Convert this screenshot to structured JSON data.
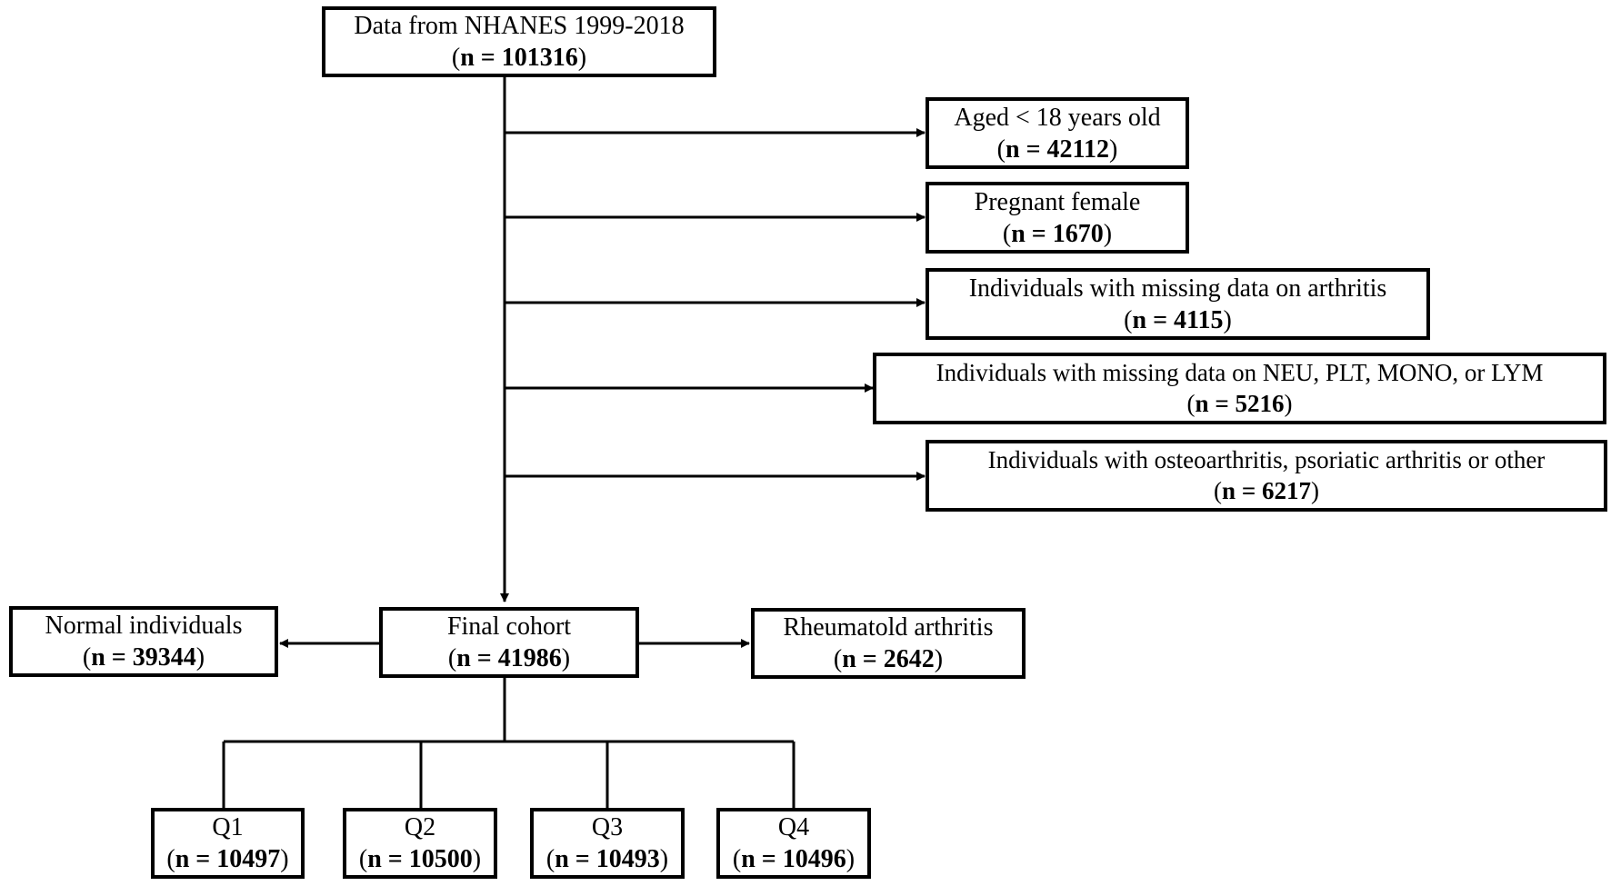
{
  "source": {
    "title": "Data from NHANES 1999-2018",
    "n_label": "n = ",
    "n": "101316"
  },
  "exclusions": [
    {
      "title": "Aged < 18 years old",
      "n_label": "n = ",
      "n": "42112"
    },
    {
      "title": "Pregnant female",
      "n_label": "n = ",
      "n": "1670"
    },
    {
      "title": "Individuals with missing data on arthritis",
      "n_label": "n = ",
      "n": "4115"
    },
    {
      "title": "Individuals with missing data on NEU, PLT, MONO, or LYM",
      "n_label": "n = ",
      "n": "5216"
    },
    {
      "title": "Individuals with osteoarthritis, psoriatic arthritis or other",
      "n_label": "n = ",
      "n": "6217"
    }
  ],
  "final": {
    "title": "Final cohort",
    "n_label": "n = ",
    "n": "41986"
  },
  "normal": {
    "title": "Normal individuals",
    "n_label": "n = ",
    "n": "39344"
  },
  "ra": {
    "title": "Rheumatold arthritis",
    "n_label": "n = ",
    "n": "2642"
  },
  "quartiles": [
    {
      "title": "Q1",
      "n_label": "n = ",
      "n": "10497"
    },
    {
      "title": "Q2",
      "n_label": "n = ",
      "n": "10500"
    },
    {
      "title": "Q3",
      "n_label": "n = ",
      "n": "10493"
    },
    {
      "title": "Q4",
      "n_label": "n = ",
      "n": "10496"
    }
  ]
}
